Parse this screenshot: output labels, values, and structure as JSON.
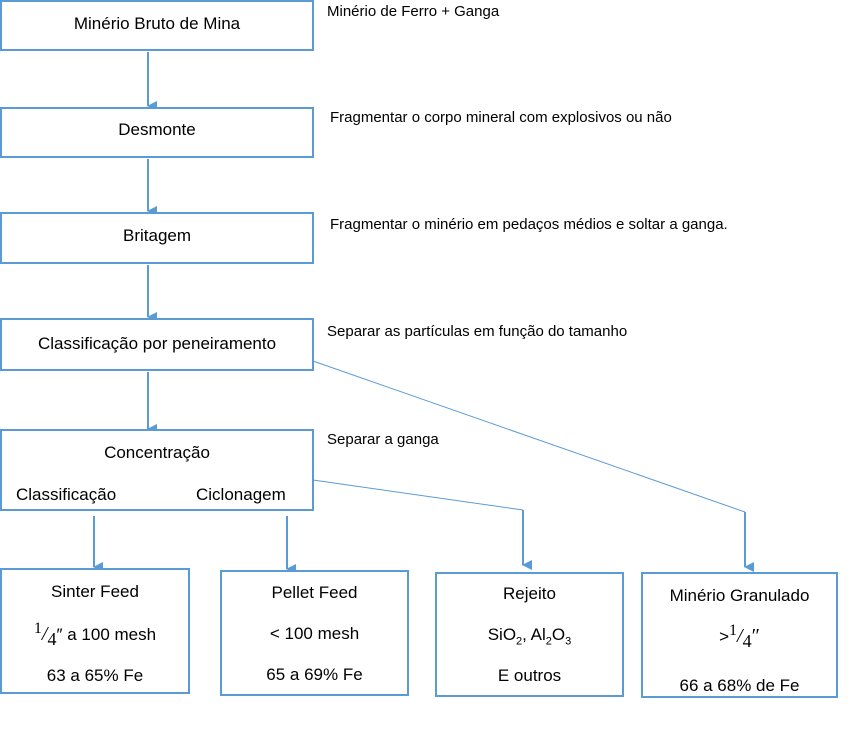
{
  "colors": {
    "line": "#5b9bd5"
  },
  "steps": [
    {
      "label": "Minério Bruto de Mina",
      "note": "Minério de Ferro + Ganga"
    },
    {
      "label": "Desmonte",
      "note": "Fragmentar o corpo mineral com explosivos ou não"
    },
    {
      "label": "Britagem",
      "note": "Fragmentar o minério em pedaços médios e soltar a ganga."
    },
    {
      "label": "Classificação por peneiramento",
      "note": "Separar as partículas em função do tamanho"
    },
    {
      "label": "Concentração",
      "note": "Separar a ganga",
      "sub_left": "Classificação",
      "sub_right": "Ciclonagem"
    }
  ],
  "products": {
    "sinter": {
      "title": "Sinter Feed",
      "frac_num": "1",
      "frac_den": "4",
      "size_suffix": "″ a 100 mesh",
      "grade": "63 a 65% Fe"
    },
    "pellet": {
      "title": "Pellet Feed",
      "size": "< 100 mesh",
      "grade": "65 a 69% Fe"
    },
    "rejeito": {
      "title": "Rejeito",
      "c1": "SiO",
      "s1": "2",
      "c2": ", Al",
      "s2": "2",
      "c3": "O",
      "s3": "3",
      "other": "E outros"
    },
    "granulado": {
      "title": "Minério Granulado",
      "prefix": ">",
      "frac_num": "1",
      "frac_den": "4",
      "suffix": "″",
      "grade": "66 a 68% de Fe"
    }
  }
}
